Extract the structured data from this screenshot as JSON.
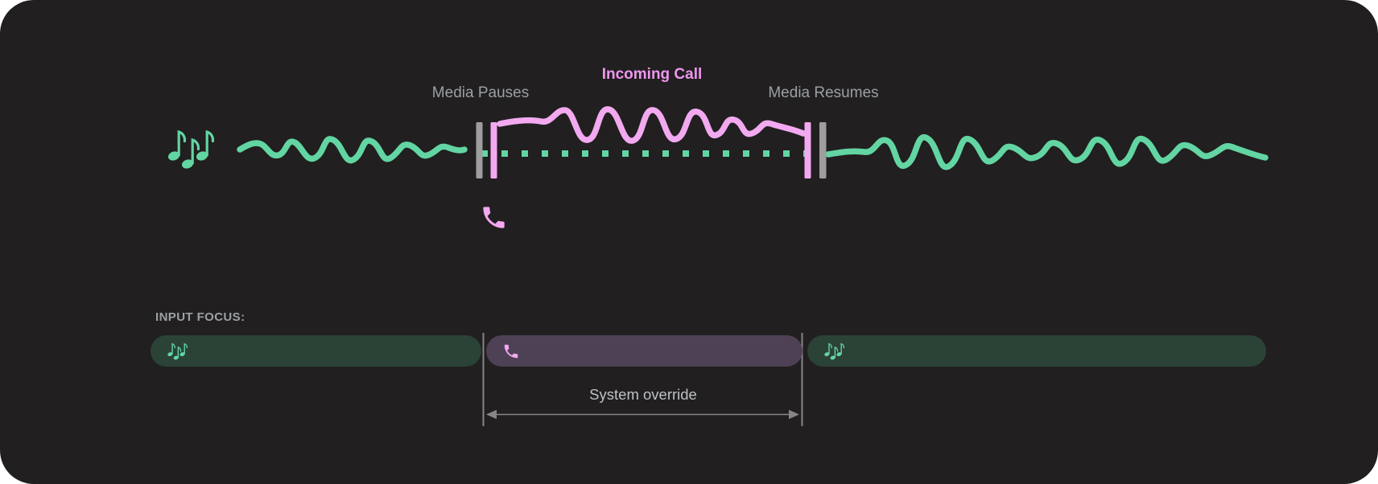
{
  "timeline": {
    "incoming_call_label": "Incoming Call",
    "media_pauses_label": "Media Pauses",
    "media_resumes_label": "Media Resumes",
    "media_icon": "music-notes-icon",
    "call_icon": "phone-handset-icon",
    "pause_marker_icon": "pause-bars-icon"
  },
  "input_focus": {
    "heading": "INPUT FOCUS:",
    "system_override_label": "System override",
    "segments": [
      {
        "name": "media-before-call",
        "kind": "media",
        "icon": "music-notes-icon"
      },
      {
        "name": "incoming-call",
        "kind": "call",
        "icon": "phone-handset-icon"
      },
      {
        "name": "media-after-call",
        "kind": "media",
        "icon": "music-notes-icon"
      }
    ]
  },
  "colors": {
    "page_bg": "#ffffff",
    "panel_bg": "#211f1f",
    "media_green": "#62d5a3",
    "media_pill_bg": "#2b4237",
    "call_pink": "#f2a9f0",
    "call_text": "#ee96f0",
    "call_pill_bg": "#4e4155",
    "pause_marker_gray": "#9e9e9e",
    "label_gray": "#9aa0a6",
    "annotation_gray": "#bdc1c6",
    "bracket_gray": "#868686"
  }
}
